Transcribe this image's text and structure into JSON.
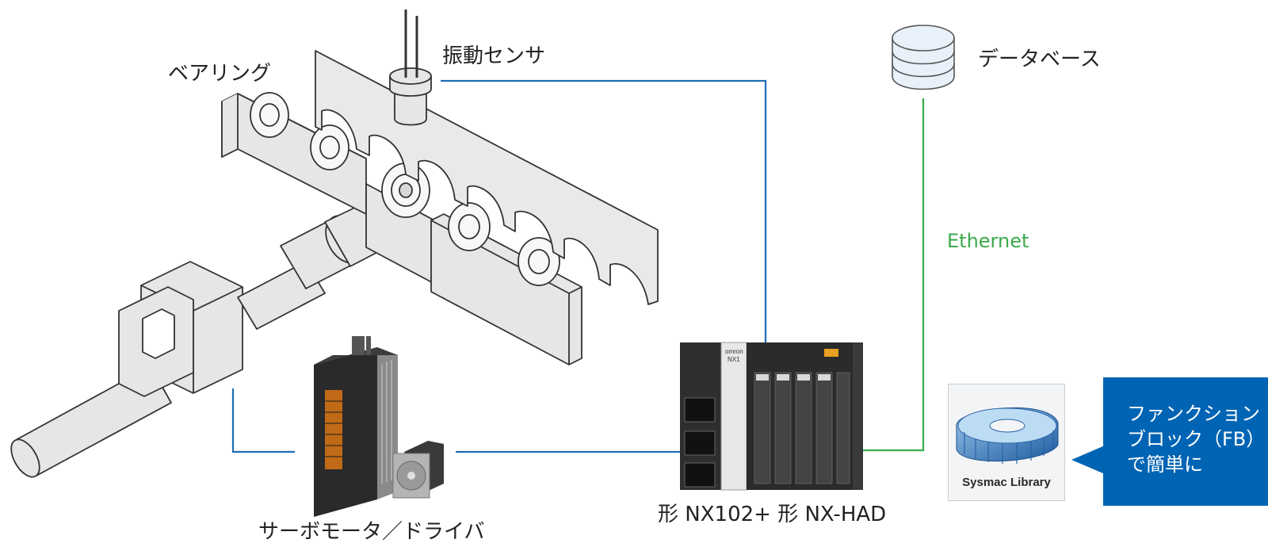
{
  "labels": {
    "bearing": "ベアリング",
    "vibration_sensor": "振動センサ",
    "database": "データベース",
    "ethernet": "Ethernet",
    "servo": "サーボモータ／ドライバ",
    "controller": "形 NX102+ 形 NX-HAD"
  },
  "library": {
    "name": "Sysmac Library"
  },
  "callout": {
    "lines": [
      "ファンクション",
      "ブロック（FB）",
      "で簡単に"
    ]
  },
  "device_text": {
    "brand": "omron",
    "model": "NX1"
  },
  "colors": {
    "blue_line": "#1f6db5",
    "green_line": "#3aaa4a",
    "callout_bg": "#0064b4"
  }
}
